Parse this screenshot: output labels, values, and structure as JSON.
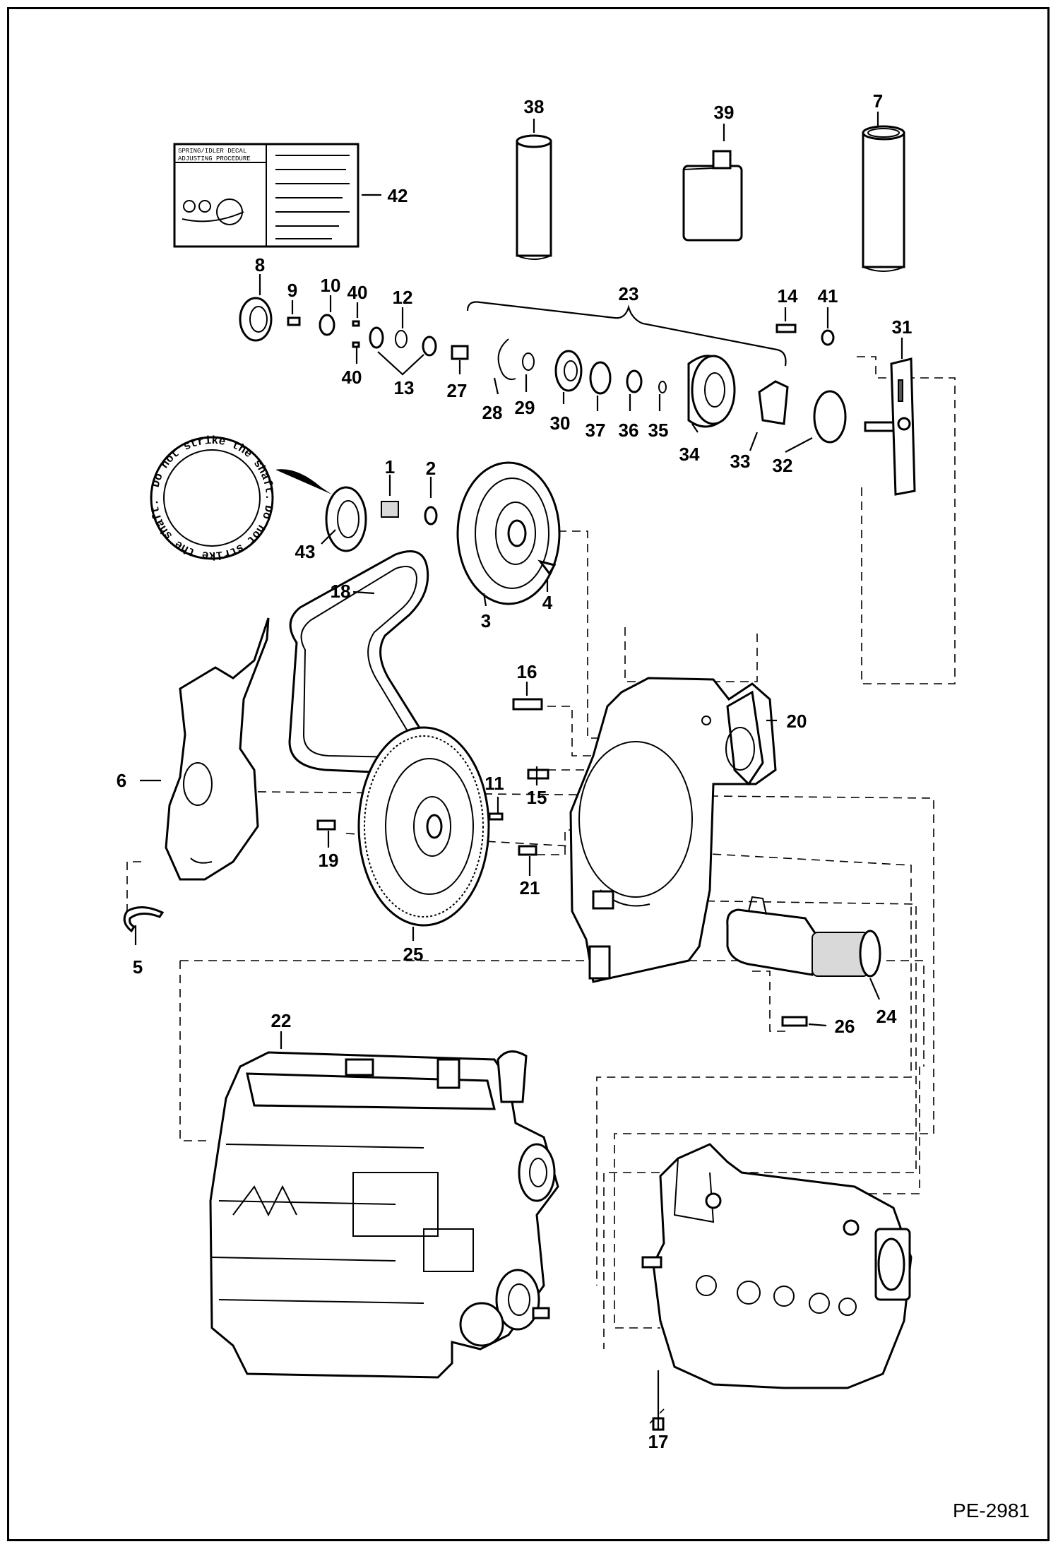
{
  "reference_code": "PE-2981",
  "decal_text": {
    "title_line1": "SPRING/IDLER DECAL",
    "title_line2": "ADJUSTING PROCEDURE"
  },
  "caution_ring_text": "Do not strike the shaft.",
  "callouts": [
    "1",
    "2",
    "3",
    "4",
    "5",
    "6",
    "7",
    "8",
    "9",
    "10",
    "11",
    "12",
    "13",
    "14",
    "15",
    "16",
    "17",
    "18",
    "19",
    "20",
    "21",
    "22",
    "23",
    "24",
    "25",
    "26",
    "27",
    "28",
    "29",
    "30",
    "31",
    "32",
    "33",
    "34",
    "35",
    "36",
    "37",
    "38",
    "39",
    "40",
    "41",
    "42",
    "43"
  ]
}
